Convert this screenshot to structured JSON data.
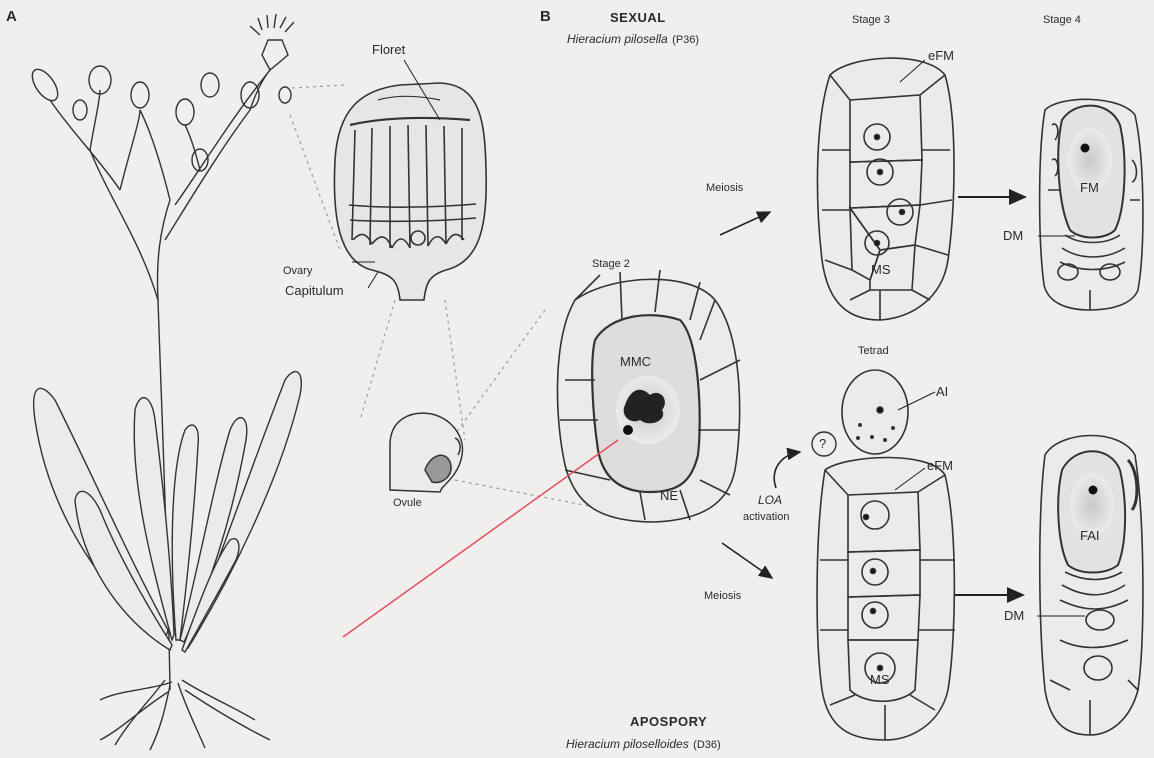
{
  "panels": {
    "a": "A",
    "b": "B"
  },
  "sexual": {
    "title": "SEXUAL",
    "species": "Hieracium pilosella",
    "code": "(P36)"
  },
  "apospory": {
    "title": "APOSPORY",
    "species": "Hieracium piloselloides",
    "code": "(D36)"
  },
  "labels": {
    "floret": "Floret",
    "ovary": "Ovary",
    "capitulum": "Capitulum",
    "ovule": "Ovule",
    "stage2": "Stage 2",
    "stage3": "Stage 3",
    "stage4": "Stage 4",
    "tetrad": "Tetrad",
    "meiosis_top": "Meiosis",
    "meiosis_bottom": "Meiosis",
    "mmc": "MMC",
    "ne": "NE",
    "efm_top": "eFM",
    "efm_bottom": "eFM",
    "ms_top": "MS",
    "ms_bottom": "MS",
    "fm": "FM",
    "dm_top": "DM",
    "dm_bottom": "DM",
    "ai": "AI",
    "fai": "FAI",
    "question": "?",
    "loa": "LOA",
    "activation": "activation"
  },
  "colors": {
    "background": "#f1efee",
    "ink": "#2a2a2a",
    "cell_fill": "#ecebe9",
    "annotation_line": "#e0505a"
  }
}
